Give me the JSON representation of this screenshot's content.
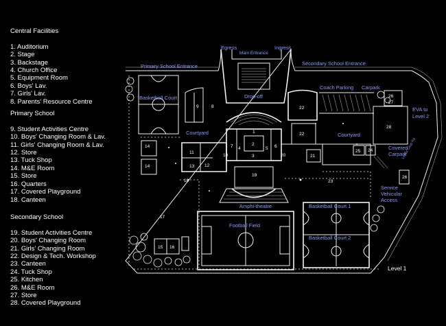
{
  "legend": {
    "central": {
      "title": "Central Facilities",
      "items": [
        "1. Auditorium",
        "2. Stage",
        "3. Backstage",
        "4. Church Office",
        "5. Equipment Room",
        "6. Boys' Lav.",
        "7. Girls' Lav.",
        "8. Parents' Resource Centre"
      ]
    },
    "primary": {
      "title": "Primary School",
      "items": [
        "9. Student Activities Centre",
        "10. Boys' Changing Room & Lav.",
        "11. Girls' Changing Room & Lav.",
        "12. Store",
        "13. Tuck Shop",
        "14. M&E Room",
        "15. Store",
        "16. Quarters",
        "17. Covered Playground",
        "18. Canteen"
      ]
    },
    "secondary": {
      "title": "Secondary School",
      "items": [
        "19. Student Activities Centre",
        "20. Boys' Changing Room",
        "21. Girls' Changing Room",
        "22. Design & Tech. Workshop",
        "23. Canteen",
        "24. Tuck Shop",
        "25. Kitchen",
        "26. M&E Room",
        "27. Store",
        "28. Covered Playground"
      ]
    }
  },
  "plan": {
    "labels": {
      "egress": "Egress",
      "ingress": "Ingress",
      "main_entrance": "Main Entrance",
      "primary_entrance": "Primary School Entrance",
      "secondary_entrance": "Secondary School Entrance",
      "drop_off": "Drop-off",
      "coach_parking": "Coach Parking",
      "carpark": "Carpark",
      "eva_1": "EVA to",
      "eva_2": "Level 2",
      "basketball_court": "Basketball Court",
      "courtyard_left": "Courtyard",
      "courtyard_right": "Courtyard",
      "covered_1": "Covered",
      "covered_2": "Carpark",
      "service_1": "Service",
      "service_2": "Vehicular",
      "service_3": "Access",
      "amphitheatre": "Amphi-theatre",
      "football_field": "Football Field",
      "basketball_court_1": "Basketball Court 1",
      "basketball_court_2": "Basketball Court 2",
      "road_text": "Lentor Loop Rd"
    },
    "numbers": [
      "1",
      "2",
      "3",
      "4",
      "5",
      "6",
      "7",
      "8",
      "9",
      "10",
      "11",
      "12",
      "13",
      "14",
      "14",
      "15",
      "16",
      "17",
      "18",
      "19",
      "20",
      "21",
      "22",
      "22",
      "23",
      "24",
      "25",
      "26",
      "27",
      "28",
      "26"
    ],
    "level": "Level 1"
  }
}
